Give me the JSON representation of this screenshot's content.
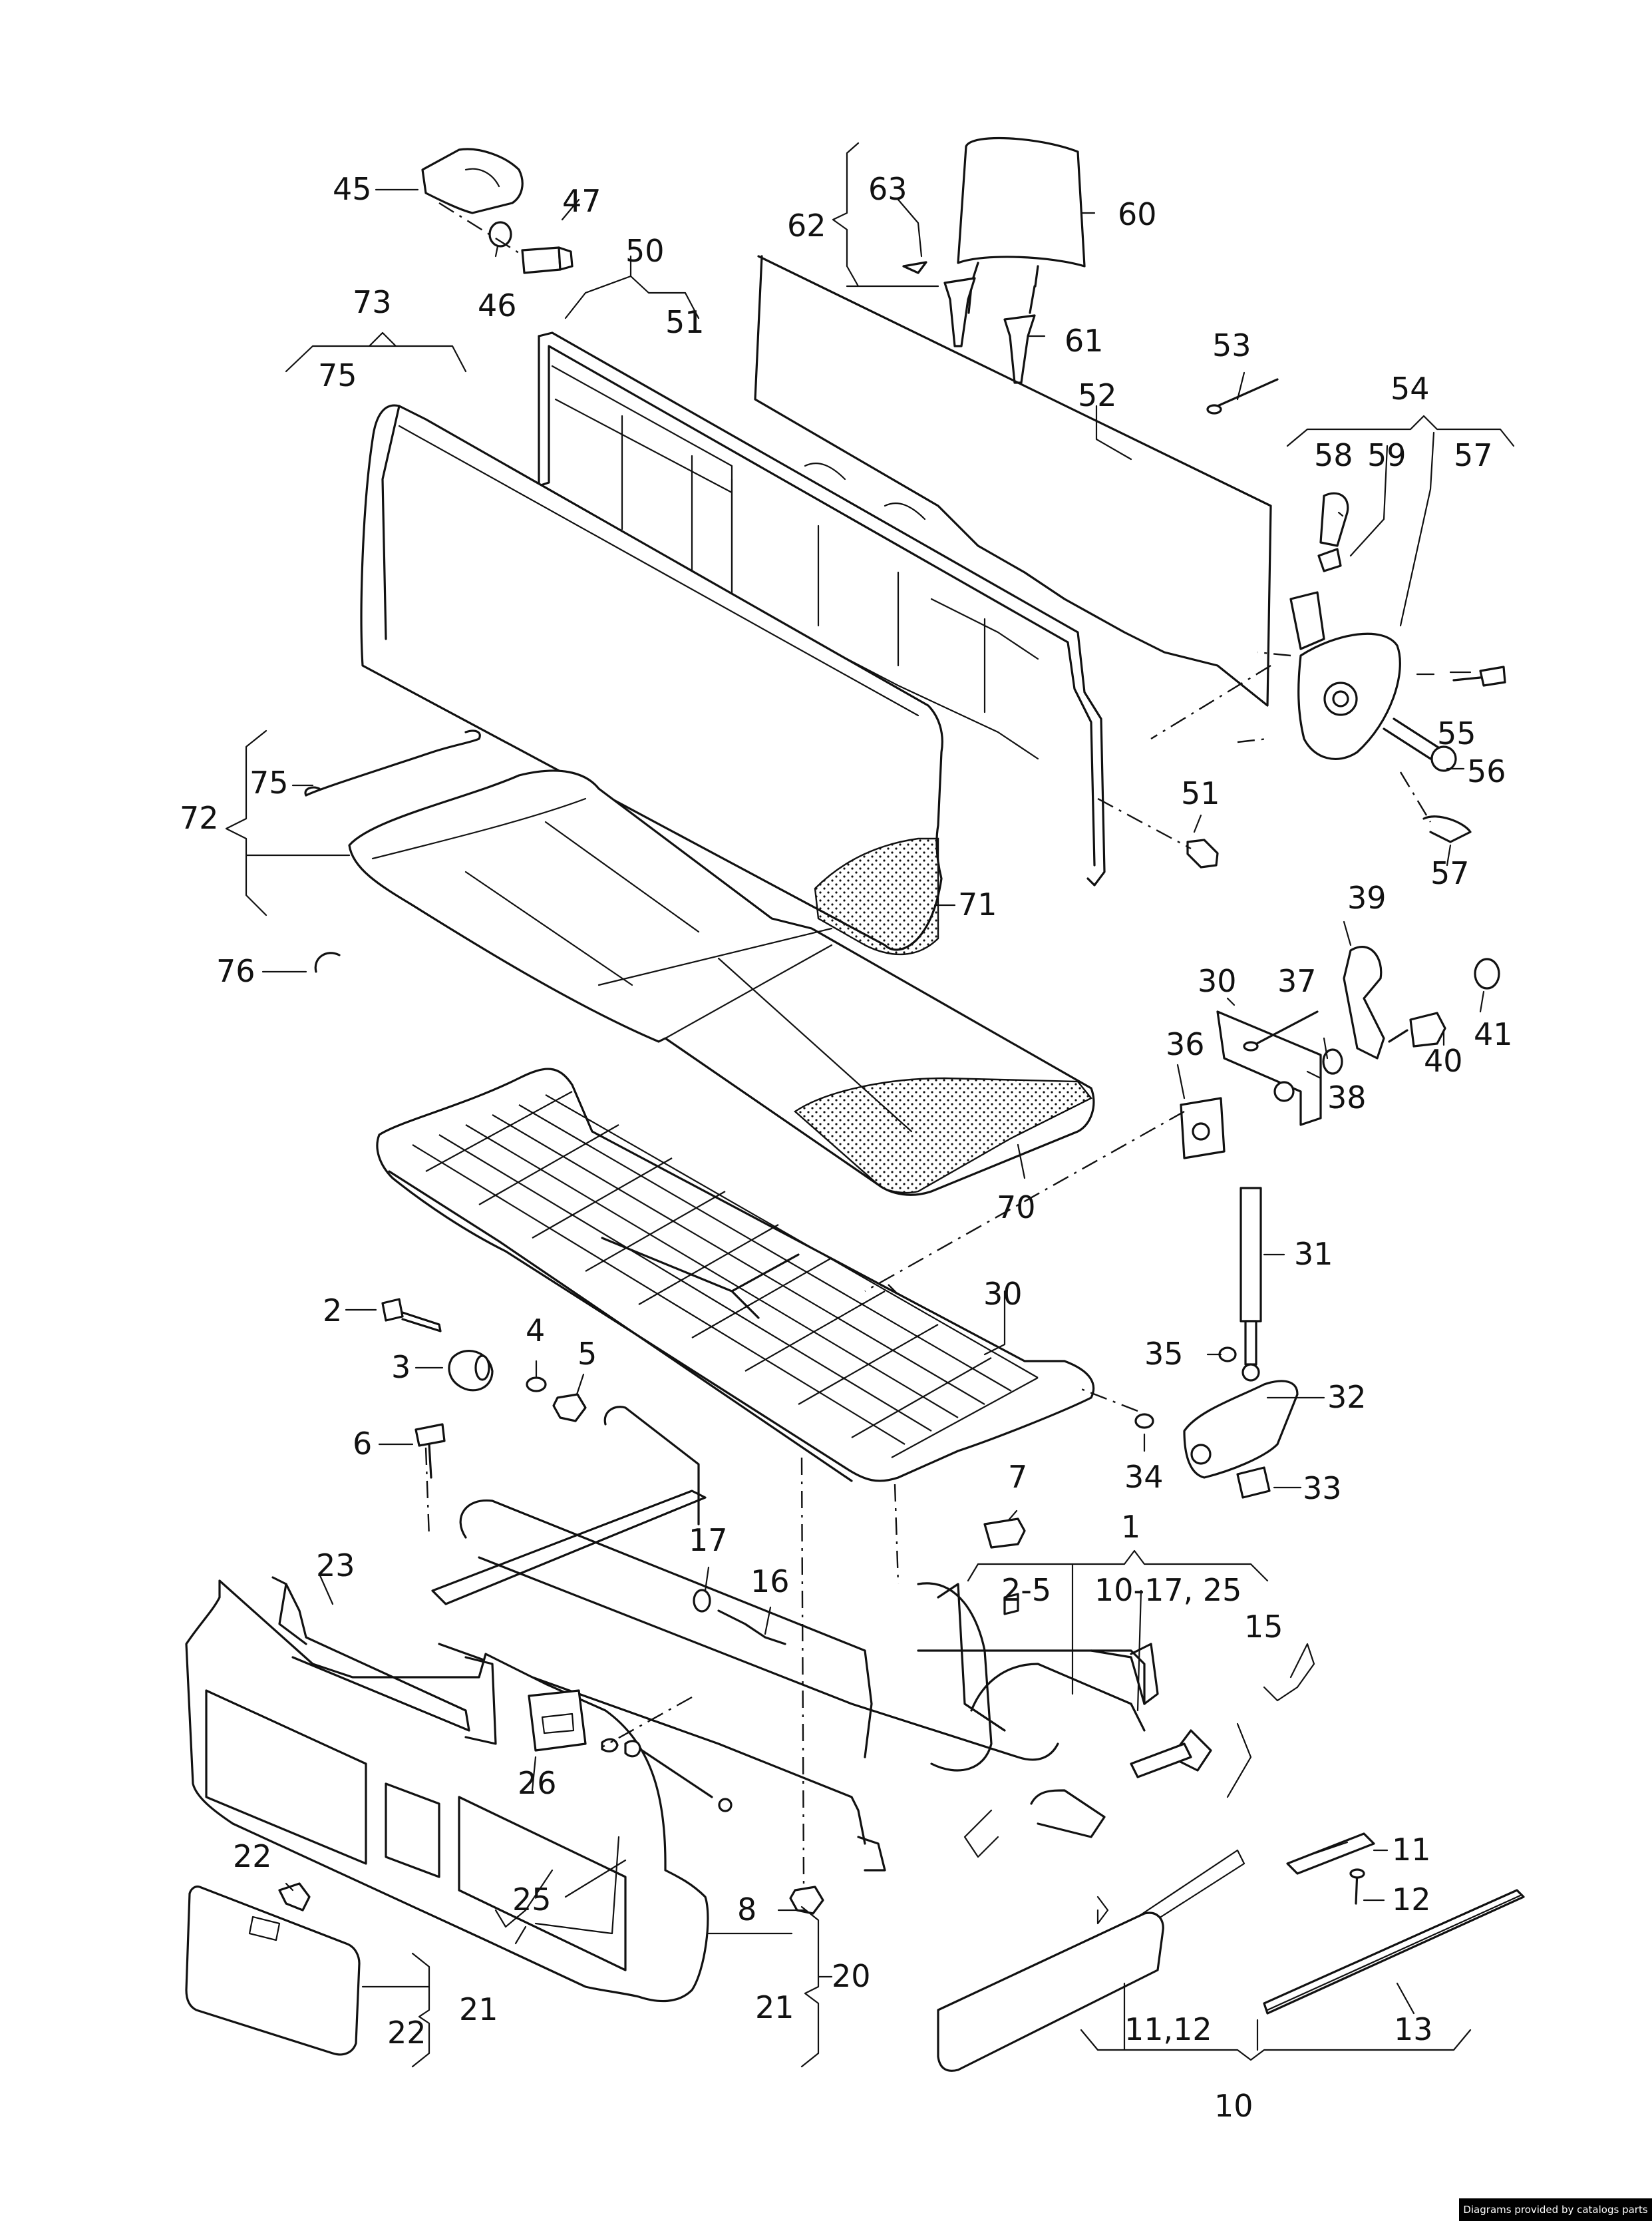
{
  "credit": "Diagrams provided by catalogs parts",
  "callouts": {
    "c1": "1",
    "c2_5": "2-5",
    "c10_17": "10-17,  25",
    "c2": "2",
    "c3": "3",
    "c4": "4",
    "c5": "5",
    "c6": "6",
    "c7": "7",
    "c8": "8",
    "c10": "10",
    "c11": "11",
    "c11_12": "11,12",
    "c12": "12",
    "c13": "13",
    "c15": "15",
    "c16": "16",
    "c17": "17",
    "c20": "20",
    "c21a": "21",
    "c21b": "21",
    "c22a": "22",
    "c22b": "22",
    "c23": "23",
    "c25": "25",
    "c26": "26",
    "c30a": "30",
    "c30b": "30",
    "c31": "31",
    "c32": "32",
    "c33": "33",
    "c34": "34",
    "c35": "35",
    "c36": "36",
    "c37": "37",
    "c38": "38",
    "c39": "39",
    "c40": "40",
    "c41": "41",
    "c45": "45",
    "c46": "46",
    "c47": "47",
    "c50": "50",
    "c51a": "51",
    "c51b": "51",
    "c52": "52",
    "c53": "53",
    "c54": "54",
    "c55": "55",
    "c56": "56",
    "c57a": "57",
    "c57b": "57",
    "c58": "58",
    "c59": "59",
    "c60": "60",
    "c61": "61",
    "c62": "62",
    "c63": "63",
    "c70": "70",
    "c71": "71",
    "c72": "72",
    "c73": "73",
    "c75a": "75",
    "c75b": "75",
    "c76": "76"
  }
}
